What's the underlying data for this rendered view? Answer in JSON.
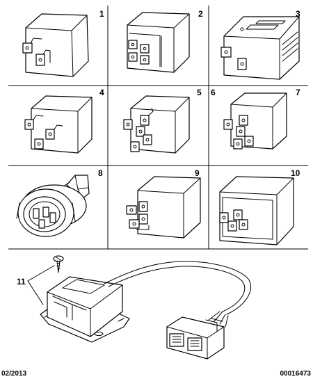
{
  "callouts": [
    "1",
    "2",
    "3",
    "4",
    "5",
    "6",
    "7",
    "8",
    "9",
    "10",
    "11"
  ],
  "footer": {
    "date": "02/2013",
    "ref": "00016473"
  }
}
